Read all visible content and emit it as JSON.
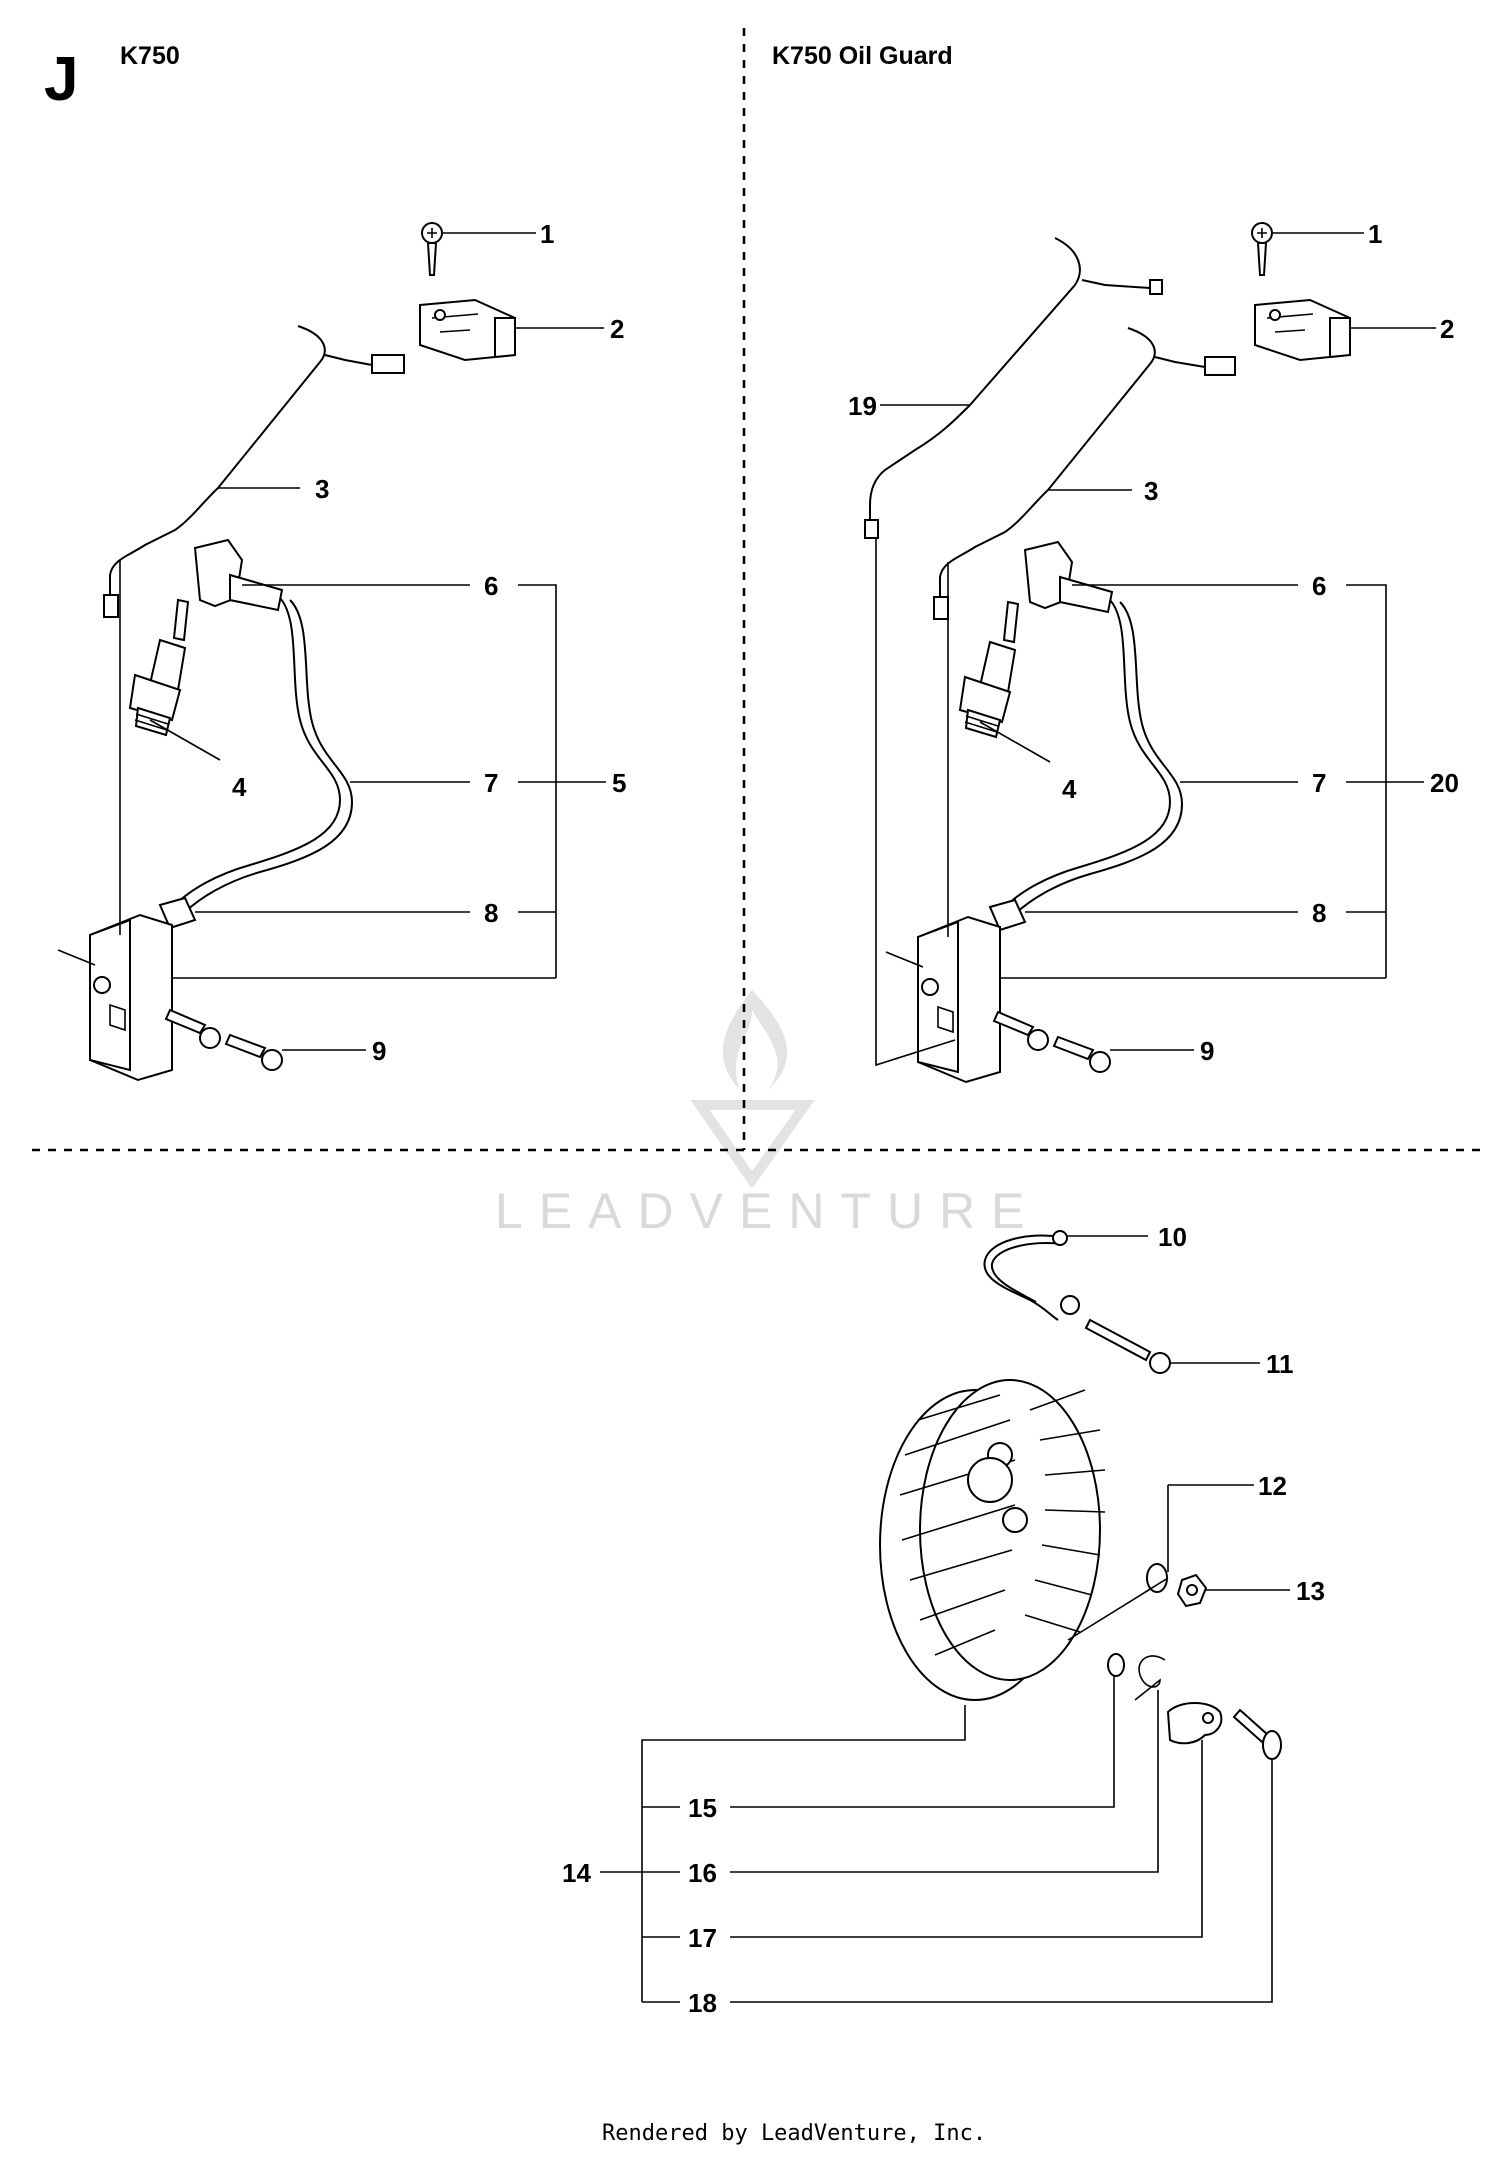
{
  "section": {
    "letter": "J"
  },
  "panels": {
    "left": {
      "title": "K750"
    },
    "right": {
      "title": "K750 Oil Guard"
    }
  },
  "callouts": {
    "l1": "1",
    "l2": "2",
    "l3": "3",
    "l4": "4",
    "l5": "5",
    "l6": "6",
    "l7": "7",
    "l8": "8",
    "l9": "9",
    "r1": "1",
    "r2": "2",
    "r3": "3",
    "r4": "4",
    "r6": "6",
    "r7": "7",
    "r8": "8",
    "r9": "9",
    "r19": "19",
    "r20": "20",
    "b10": "10",
    "b11": "11",
    "b12": "12",
    "b13": "13",
    "b14": "14",
    "b15": "15",
    "b16": "16",
    "b17": "17",
    "b18": "18"
  },
  "watermark": {
    "text": "LEADVENTURE"
  },
  "footer": {
    "text": "Rendered by LeadVenture, Inc."
  }
}
